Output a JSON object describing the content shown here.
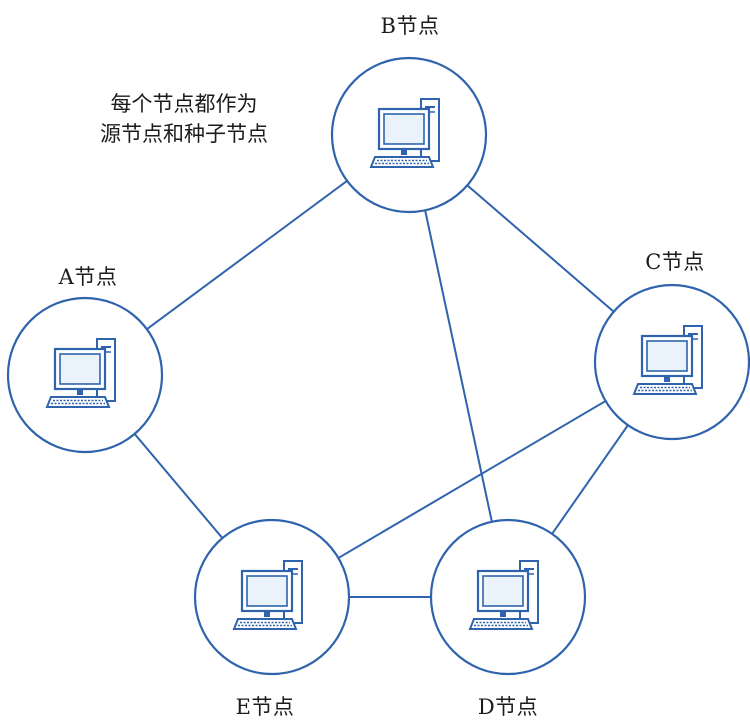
{
  "diagram": {
    "nodes": [
      {
        "id": "A",
        "label": "A节点"
      },
      {
        "id": "B",
        "label": "B节点"
      },
      {
        "id": "C",
        "label": "C节点"
      },
      {
        "id": "D",
        "label": "D节点"
      },
      {
        "id": "E",
        "label": "E节点"
      }
    ],
    "edges": [
      [
        "A",
        "B"
      ],
      [
        "B",
        "C"
      ],
      [
        "B",
        "D"
      ],
      [
        "C",
        "D"
      ],
      [
        "C",
        "E"
      ],
      [
        "A",
        "E"
      ],
      [
        "E",
        "D"
      ]
    ],
    "note_lines": [
      "每个节点都作为",
      "源节点和种子节点"
    ],
    "colors": {
      "line": "#2f63ad",
      "node_fill": "#ffffff",
      "screen": "#eaf3fb"
    },
    "icon": "desktop-computer-icon"
  }
}
